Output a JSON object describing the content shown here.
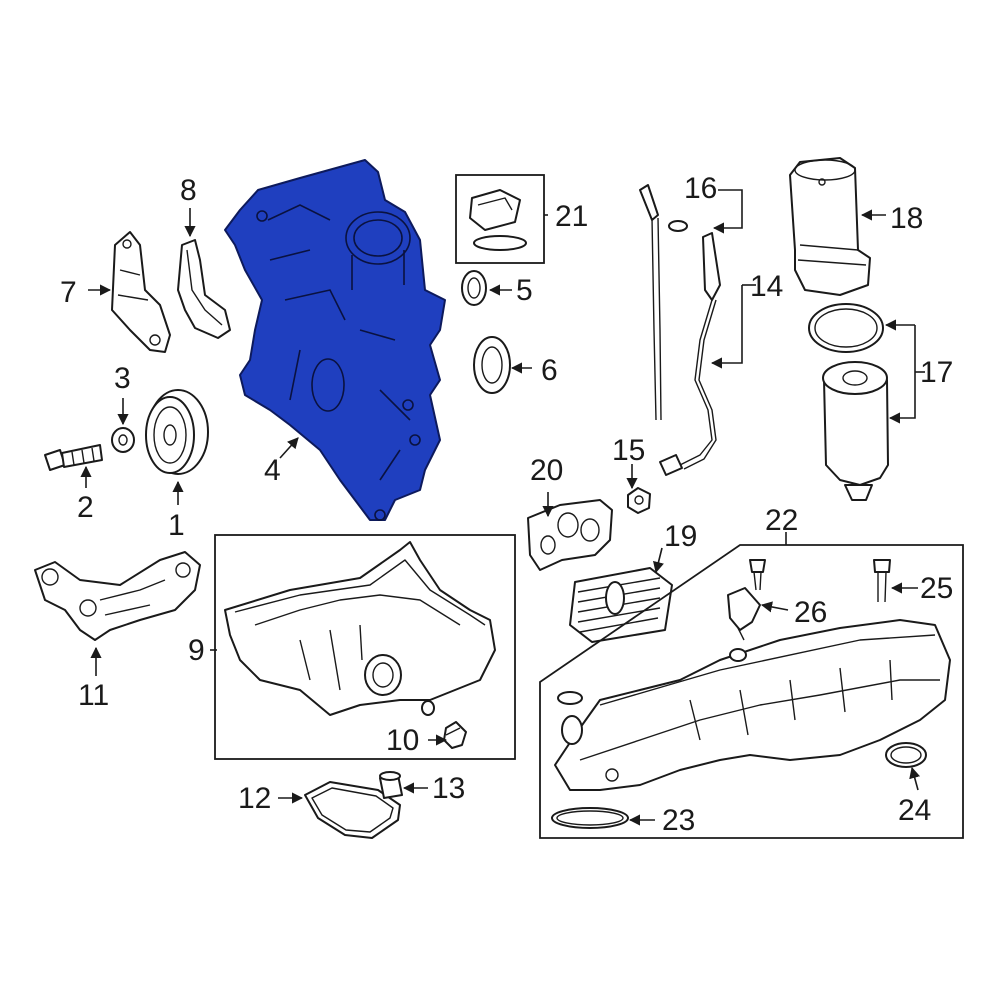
{
  "diagram": {
    "highlight_color": "#1f3fbf",
    "highlighted_part": "4",
    "callouts": {
      "c1": "1",
      "c2": "2",
      "c3": "3",
      "c4": "4",
      "c5": "5",
      "c6": "6",
      "c7": "7",
      "c8": "8",
      "c9": "9",
      "c10": "10",
      "c11": "11",
      "c12": "12",
      "c13": "13",
      "c14": "14",
      "c15": "15",
      "c16": "16",
      "c17": "17",
      "c18": "18",
      "c19": "19",
      "c20": "20",
      "c21": "21",
      "c22": "22",
      "c23": "23",
      "c24": "24",
      "c25": "25",
      "c26": "26"
    }
  }
}
